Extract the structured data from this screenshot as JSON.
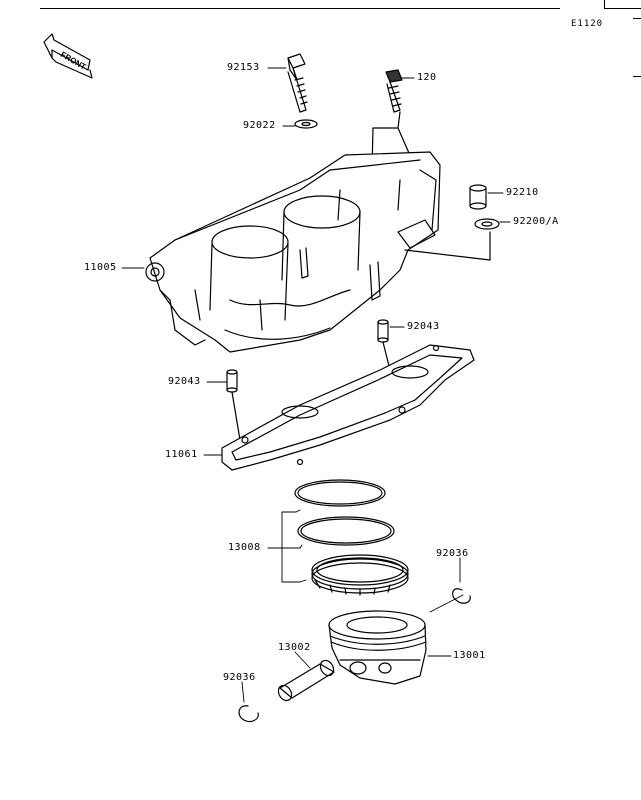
{
  "diagram_code": "E1120",
  "front_label": "FRONT",
  "parts": {
    "p92153": "92153",
    "p120": "120",
    "p92022": "92022",
    "p92210": "92210",
    "p92200a": "92200/A",
    "p11005": "11005",
    "p92043a": "92043",
    "p92043b": "92043",
    "p11061": "11061",
    "p13008": "13008",
    "p92036a": "92036",
    "p13001": "13001",
    "p13002": "13002",
    "p92036b": "92036"
  }
}
